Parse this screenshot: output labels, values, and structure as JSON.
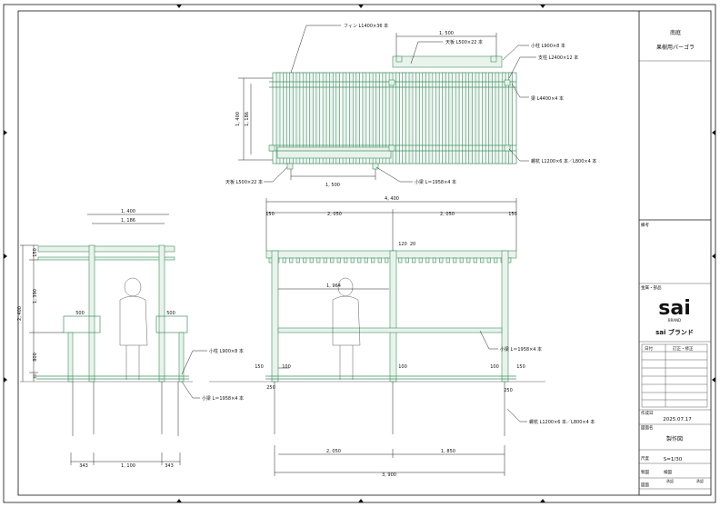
{
  "title_block": {
    "project_line1": "南庭",
    "project_line2": "果樹用パーゴラ",
    "remarks_label": "備考",
    "note_label": "金属・部品",
    "brand_logo": "sai",
    "brand_sub": "BRAND",
    "brand_line": "sai ブランド",
    "revision_date_label": "日付",
    "revision_note_label": "訂正・修正",
    "created_label": "作成日",
    "created_date": "2025.07.17",
    "drawing_name_label": "図面名",
    "drawing_name": "製作図",
    "scale_label": "尺度",
    "scale_value": "S=1/30",
    "drawing_no_label": "製図",
    "drawing_no_value": "検図",
    "check_label": "承認",
    "check2_label": "承認",
    "drawn_by_label": "図面"
  },
  "plan": {
    "fins": "フィン L1400×36 本",
    "top_board": "天板 L500×22 本",
    "small_post": "小柱 L900×8 本",
    "support_post": "支柱 L2400×12 本",
    "beam": "梁 L4400×4 本",
    "anchor": "螺杭 L1200×6 本／L800×4 本",
    "top_board_bottom": "天板 L500×22 本",
    "small_beam": "小梁 L＝1958×4 本",
    "dim_1400": "1, 400",
    "dim_1186": "1, 186",
    "dim_1500_top": "1, 500",
    "dim_1500_bottom": "1, 500"
  },
  "side": {
    "dim_1400": "1, 400",
    "dim_1186": "1, 186",
    "dim_2400": "2, 400",
    "dim_150": "150",
    "dim_1390": "1, 390",
    "dim_800": "800",
    "dim_60": "60",
    "dim_500a": "500",
    "dim_500b": "500",
    "dim_343a": "343",
    "dim_1100": "1, 100",
    "dim_343b": "343",
    "small_post": "小柱 L900×8 本",
    "small_beam": "小梁 L＝1958×4 本"
  },
  "front": {
    "dim_4400": "4, 400",
    "dim_150a": "150",
    "dim_2050a": "2, 050",
    "dim_2050b": "2, 050",
    "dim_150b": "150",
    "dim_120": "120",
    "dim_20": "20",
    "dim_1964": "1, 964",
    "small_beam": "小梁 L＝1958×4 本",
    "dim_150c": "150",
    "dim_100a": "100",
    "dim_100b": "100",
    "dim_100c": "100",
    "dim_150d": "150",
    "dim_250a": "250",
    "dim_250b": "250",
    "anchor": "螺杭 L1200×6 本／L800×4 本",
    "dim_2050c": "2, 050",
    "dim_1850": "1, 850",
    "dim_3900": "3, 900"
  }
}
